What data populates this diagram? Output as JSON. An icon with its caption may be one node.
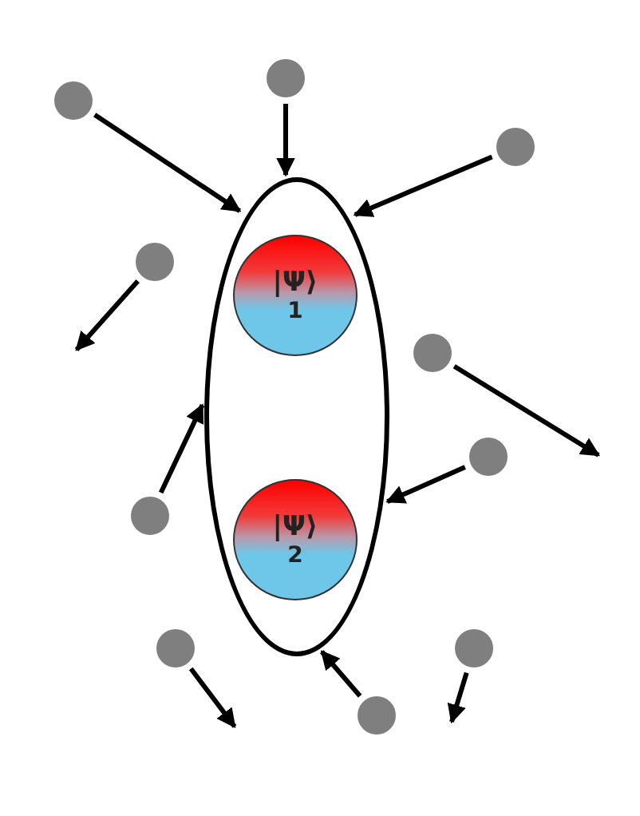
{
  "diagram": {
    "nodes": [
      {
        "text": [],
        "shape": "ellipse"
      },
      {
        "text": [
          "|Ψ⟩",
          "1"
        ],
        "in": 0
      },
      {
        "text": [
          "|Ψ⟩",
          "2"
        ],
        "in": 0
      },
      {
        "text": [],
        "shape": "circle"
      },
      {
        "text": [],
        "shape": "circle"
      },
      {
        "text": [],
        "shape": "circle"
      },
      {
        "text": [],
        "shape": "circle"
      },
      {
        "text": [],
        "shape": "circle"
      },
      {
        "text": [],
        "shape": "circle"
      },
      {
        "text": [],
        "shape": "circle"
      },
      {
        "text": [],
        "shape": "circle"
      },
      {
        "text": [],
        "shape": "circle"
      },
      {
        "text": [],
        "shape": "circle"
      }
    ],
    "edges": [
      {
        "from": 3,
        "to": 0,
        "arrow": "to"
      },
      {
        "from": 4,
        "to": 0,
        "arrow": "to"
      },
      {
        "from": 5,
        "to": 0,
        "arrow": "to"
      },
      {
        "from": 6,
        "to": null,
        "arrow": "to"
      },
      {
        "from": 7,
        "to": null,
        "arrow": "to"
      },
      {
        "from": 8,
        "to": 0,
        "arrow": "to"
      },
      {
        "from": 9,
        "to": 0,
        "arrow": "to"
      },
      {
        "from": 10,
        "to": null,
        "arrow": "to"
      },
      {
        "from": 11,
        "to": null,
        "arrow": "to"
      },
      {
        "from": 12,
        "to": 0,
        "arrow": "to"
      }
    ]
  }
}
